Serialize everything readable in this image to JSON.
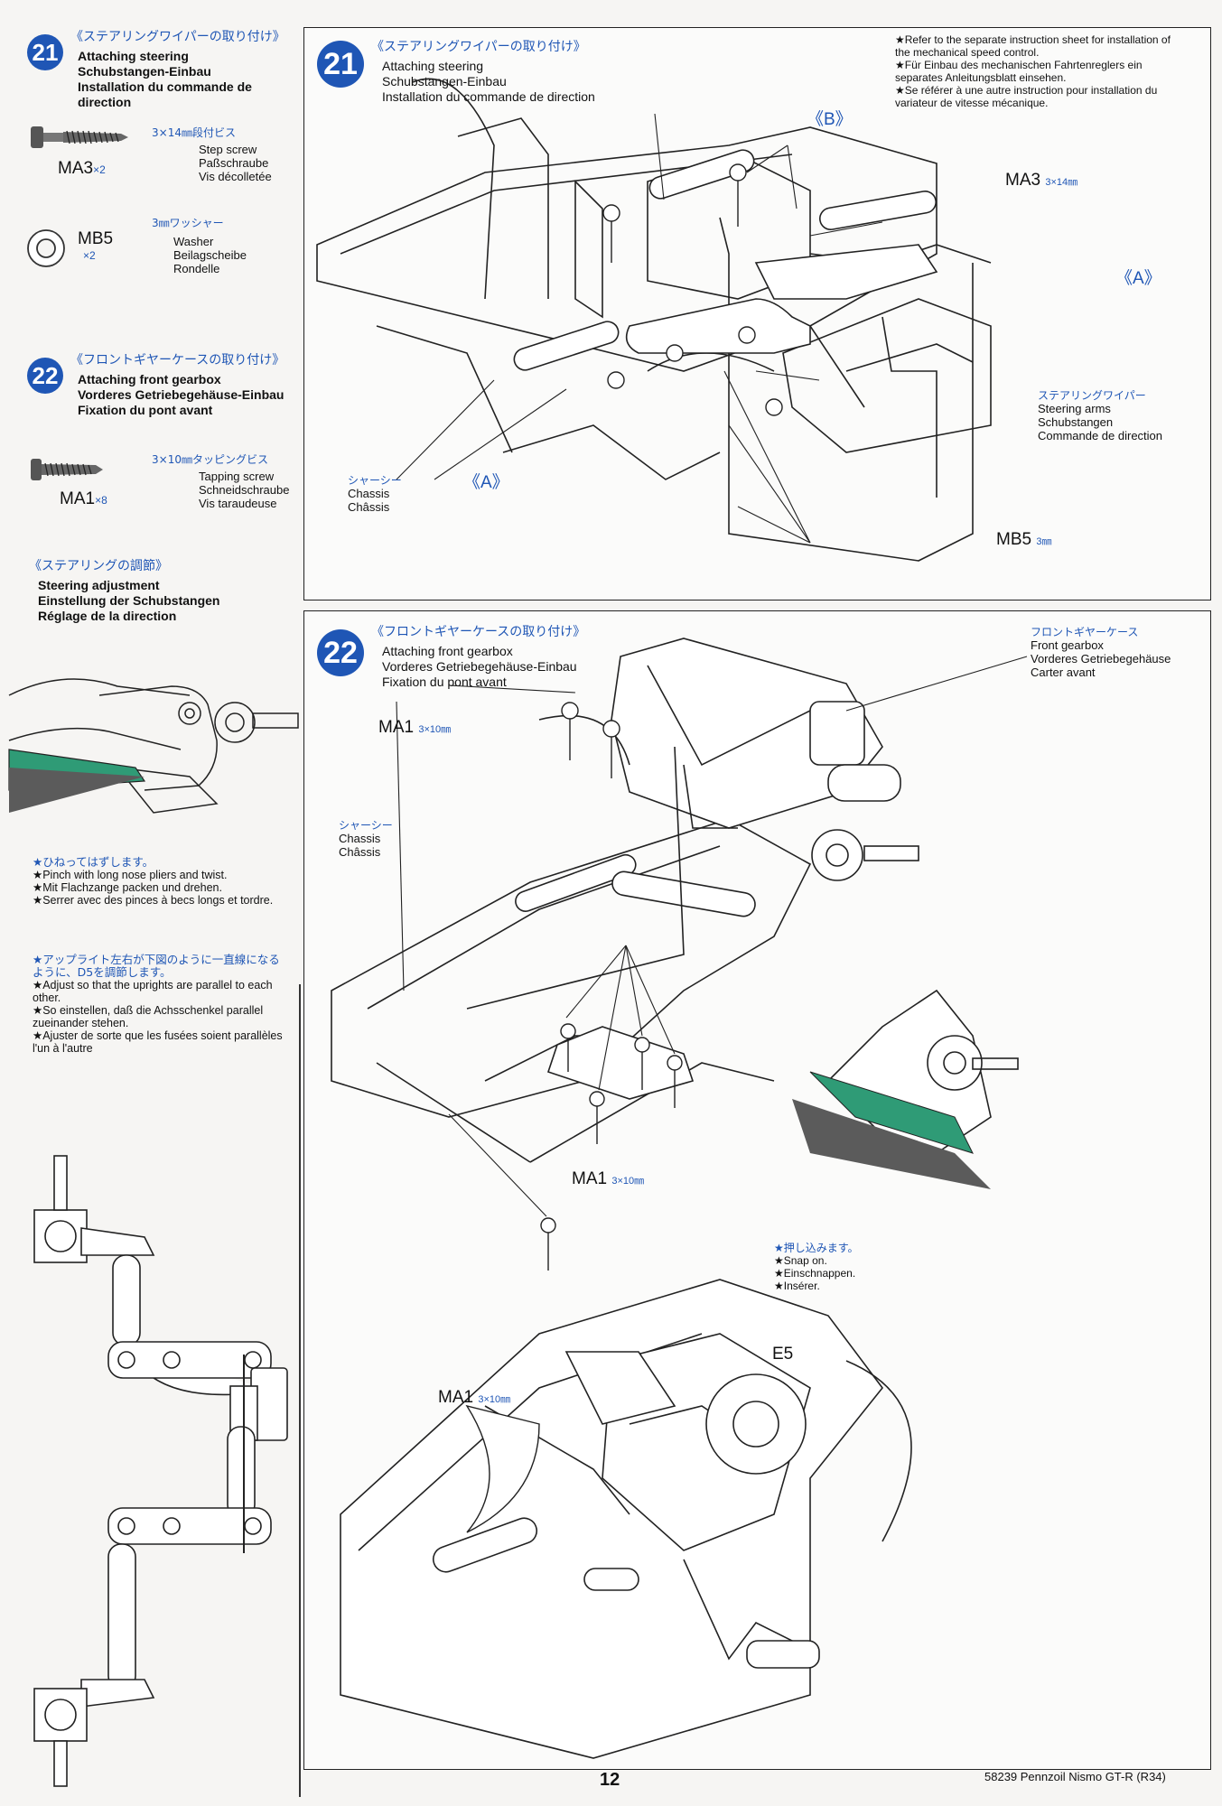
{
  "left": {
    "step21": {
      "number": "21",
      "title_jp": "《ステアリングワイパーの取り付け》",
      "title_en": "Attaching steering",
      "title_de": "Schubstangen-Einbau",
      "title_fr": "Installation du commande de direction",
      "part1": {
        "code": "MA3",
        "qty": "×2",
        "size_jp": "3×14㎜段付ビス",
        "en": "Step screw",
        "de": "Paßschraube",
        "fr": "Vis décolletée"
      },
      "part2": {
        "code": "MB5",
        "qty": "×2",
        "size_jp": "3㎜ワッシャー",
        "en": "Washer",
        "de": "Beilagscheibe",
        "fr": "Rondelle"
      }
    },
    "step22": {
      "number": "22",
      "title_jp": "《フロントギヤーケースの取り付け》",
      "title_en": "Attaching front gearbox",
      "title_de": "Vorderes Getriebegehäuse-Einbau",
      "title_fr": "Fixation du pont avant",
      "part1": {
        "code": "MA1",
        "qty": "×8",
        "size_jp": "3×10㎜タッピングビス",
        "en": "Tapping screw",
        "de": "Schneidschraube",
        "fr": "Vis taraudeuse"
      }
    },
    "steering_adj": {
      "title_jp": "《ステアリングの調節》",
      "title_en": "Steering adjustment",
      "title_de": "Einstellung der Schubstangen",
      "title_fr": "Réglage de la direction",
      "note1_jp": "★ひねってはずします。",
      "note1_en": "★Pinch with long nose pliers and twist.",
      "note1_de": "★Mit Flachzange packen und drehen.",
      "note1_fr": "★Serrer avec des pinces à becs longs et tordre.",
      "note2_jp": "★アップライト左右が下図のように一直線になるように、D5を調節します。",
      "note2_en": "★Adjust so that the uprights are parallel to each other.",
      "note2_de": "★So einstellen, daß die Achsschenkel parallel zueinander stehen.",
      "note2_fr": "★Ajuster de sorte que les fusées soient parallèles l'un à l'autre"
    }
  },
  "panel21": {
    "number": "21",
    "title_jp": "《ステアリングワイパーの取り付け》",
    "title_en": "Attaching steering",
    "title_de": "Schubstangen-Einbau",
    "title_fr": "Installation du commande de direction",
    "note_en": "★Refer to the separate instruction sheet for installation of the mechanical speed control.",
    "note_de": "★Für Einbau des mechanischen Fahrtenreglers ein separates Anleitungsblatt einsehen.",
    "note_fr": "★Se référer à une autre instruction pour installation du variateur de vitesse mécanique.",
    "label_b": "《B》",
    "label_a1": "《A》",
    "label_a2": "《A》",
    "ma3": "MA3",
    "ma3_size": "3×14㎜",
    "mb5": "MB5",
    "mb5_size": "3㎜",
    "steering_jp": "ステアリングワイパー",
    "steering_en": "Steering arms",
    "steering_de": "Schubstangen",
    "steering_fr": "Commande de direction",
    "chassis_jp": "シャーシー",
    "chassis_en": "Chassis",
    "chassis_fr": "Châssis"
  },
  "panel22": {
    "number": "22",
    "title_jp": "《フロントギヤーケースの取り付け》",
    "title_en": "Attaching front gearbox",
    "title_de": "Vorderes Getriebegehäuse-Einbau",
    "title_fr": "Fixation du pont avant",
    "gearbox_jp": "フロントギヤーケース",
    "gearbox_en": "Front gearbox",
    "gearbox_de": "Vorderes Getriebegehäuse",
    "gearbox_fr": "Carter avant",
    "chassis_jp": "シャーシー",
    "chassis_en": "Chassis",
    "chassis_fr": "Châssis",
    "ma1": "MA1",
    "ma1_size": "3×10㎜",
    "snap_jp": "★押し込みます。",
    "snap_en": "★Snap on.",
    "snap_de": "★Einschnappen.",
    "snap_fr": "★Insérer.",
    "e5": "E5"
  },
  "footer": {
    "page": "12",
    "model": "58239 Pennzoil Nismo GT-R (R34)"
  }
}
